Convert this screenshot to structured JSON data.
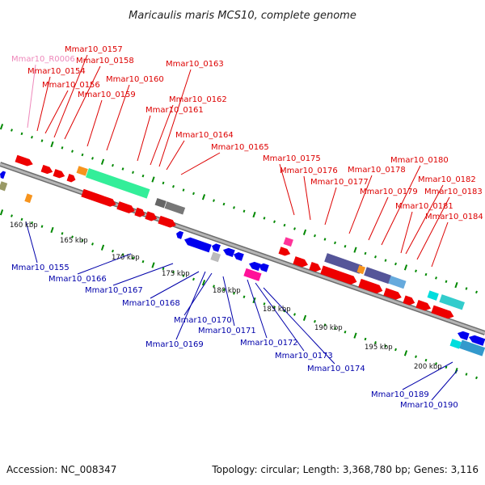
{
  "title": "Maricaulis maris MCS10, complete genome",
  "accession": "Accession: NC_008347",
  "topology": "Topology: circular; Length: 3,368,780 bp; Genes: 3,116",
  "colors": {
    "forward_label": "#dd0000",
    "reverse_label": "#0000aa",
    "rna_label": "#ee88bb",
    "backbone": "#8c8c8c",
    "ticks": "#008800"
  },
  "scale_labels": [
    "160 kbp",
    "165 kbp",
    "170 kbp",
    "175 kbp",
    "180 kbp",
    "185 kbp",
    "190 kbp",
    "195 kbp",
    "200 kbp"
  ],
  "top_labels": [
    {
      "text": "Mmar10_R0006",
      "kind": "rna"
    },
    {
      "text": "Mmar10_0157",
      "kind": "forward"
    },
    {
      "text": "Mmar10_0158",
      "kind": "forward"
    },
    {
      "text": "Mmar10_0154",
      "kind": "forward"
    },
    {
      "text": "Mmar10_0156",
      "kind": "forward"
    },
    {
      "text": "Mmar10_0159",
      "kind": "forward"
    },
    {
      "text": "Mmar10_0160",
      "kind": "forward"
    },
    {
      "text": "Mmar10_0161",
      "kind": "forward"
    },
    {
      "text": "Mmar10_0162",
      "kind": "forward"
    },
    {
      "text": "Mmar10_0163",
      "kind": "forward"
    },
    {
      "text": "Mmar10_0164",
      "kind": "forward"
    },
    {
      "text": "Mmar10_0165",
      "kind": "forward"
    },
    {
      "text": "Mmar10_0175",
      "kind": "forward"
    },
    {
      "text": "Mmar10_0176",
      "kind": "forward"
    },
    {
      "text": "Mmar10_0177",
      "kind": "forward"
    },
    {
      "text": "Mmar10_0178",
      "kind": "forward"
    },
    {
      "text": "Mmar10_0179",
      "kind": "forward"
    },
    {
      "text": "Mmar10_0180",
      "kind": "forward"
    },
    {
      "text": "Mmar10_0181",
      "kind": "forward"
    },
    {
      "text": "Mmar10_0182",
      "kind": "forward"
    },
    {
      "text": "Mmar10_0183",
      "kind": "forward"
    },
    {
      "text": "Mmar10_0184",
      "kind": "forward"
    }
  ],
  "bottom_labels": [
    {
      "text": "Mmar10_0155",
      "kind": "reverse"
    },
    {
      "text": "Mmar10_0166",
      "kind": "reverse"
    },
    {
      "text": "Mmar10_0167",
      "kind": "reverse"
    },
    {
      "text": "Mmar10_0168",
      "kind": "reverse"
    },
    {
      "text": "Mmar10_0170",
      "kind": "reverse"
    },
    {
      "text": "Mmar10_0169",
      "kind": "reverse"
    },
    {
      "text": "Mmar10_0171",
      "kind": "reverse"
    },
    {
      "text": "Mmar10_0172",
      "kind": "reverse"
    },
    {
      "text": "Mmar10_0173",
      "kind": "reverse"
    },
    {
      "text": "Mmar10_0174",
      "kind": "reverse"
    },
    {
      "text": "Mmar10_0189",
      "kind": "reverse"
    },
    {
      "text": "Mmar10_0190",
      "kind": "reverse"
    }
  ]
}
